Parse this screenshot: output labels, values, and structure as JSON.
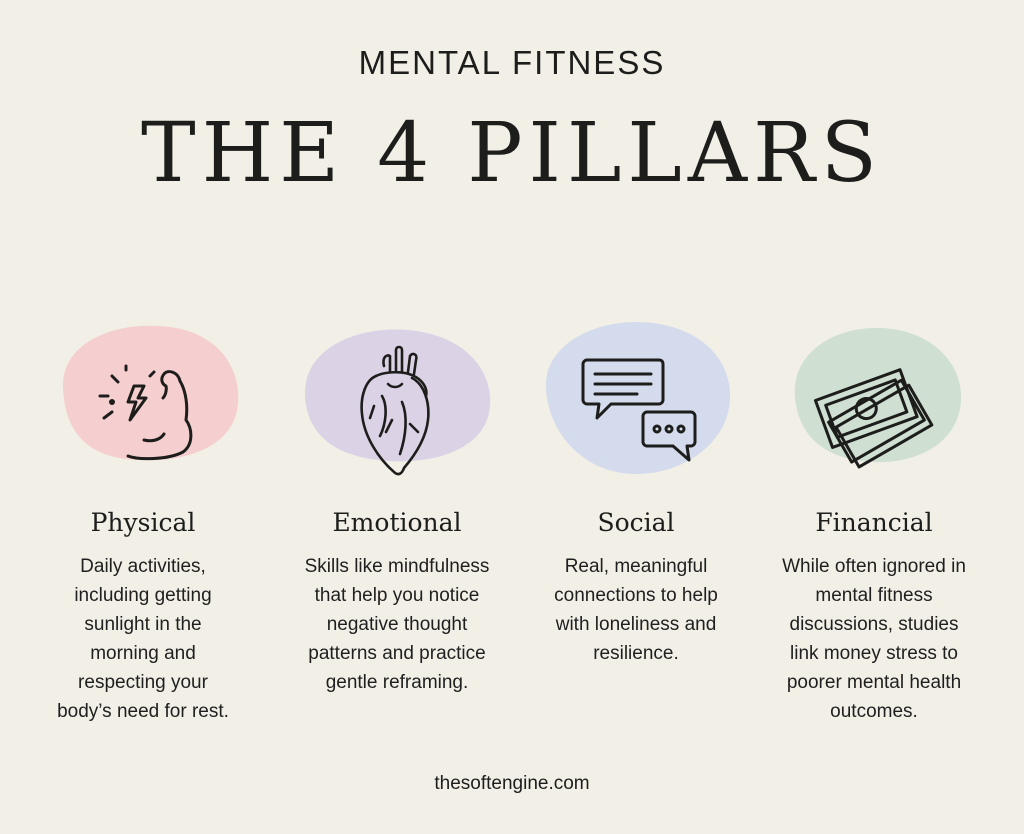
{
  "header": {
    "subtitle": "MENTAL FITNESS",
    "title": "THE 4 PILLARS"
  },
  "pillars": [
    {
      "name": "Physical",
      "icon": "flexed-bicep-icon",
      "color": "#f5cfd0",
      "lines": [
        "Daily activities,",
        "including getting",
        "sunlight in the",
        "morning and",
        "respecting your",
        "body’s need for rest."
      ]
    },
    {
      "name": "Emotional",
      "icon": "anatomical-heart-icon",
      "color": "#dcd2e6",
      "lines": [
        "Skills like mindfulness",
        "that help you notice",
        "negative thought",
        "patterns and practice",
        "gentle reframing."
      ]
    },
    {
      "name": "Social",
      "icon": "chat-bubbles-icon",
      "color": "#d4dbec",
      "lines": [
        "Real, meaningful",
        "connections to help",
        "with loneliness and",
        "resilience."
      ]
    },
    {
      "name": "Financial",
      "icon": "money-stack-icon",
      "color": "#cfe0d3",
      "lines": [
        "While often ignored in",
        "mental fitness",
        "discussions, studies",
        "link money stress to",
        "poorer mental health",
        "outcomes."
      ]
    }
  ],
  "footer": {
    "site": "thesoftengine.com"
  }
}
